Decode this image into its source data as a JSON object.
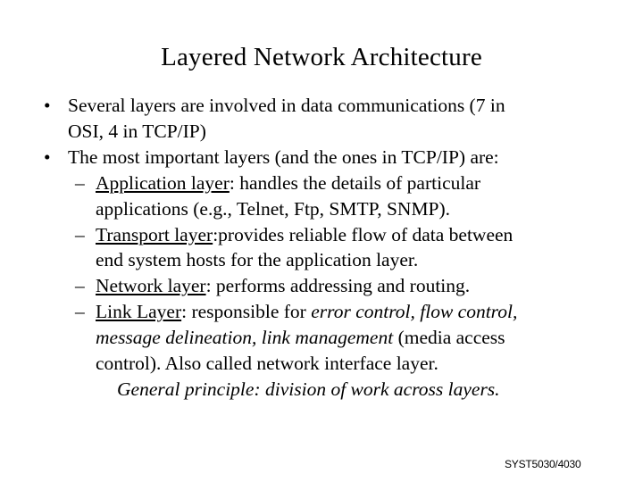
{
  "slide": {
    "title": "Layered Network Architecture",
    "footer": "SYST5030/4030",
    "bullet_marker": "•",
    "dash_marker": "–",
    "lines": {
      "b1_l1": "Several layers are involved in data communications (7 in",
      "b1_l2": "OSI, 4 in TCP/IP)",
      "b2_l1": "The most important layers (and the ones in TCP/IP) are:",
      "s1_term": "Application layer",
      "s1_rest": ": handles the details of particular",
      "s1_l2": "applications (e.g., Telnet, Ftp, SMTP, SNMP).",
      "s2_term": "Transport layer",
      "s2_rest": ":provides reliable flow of data between",
      "s2_l2": "end system hosts for the application layer.",
      "s3_term": "Network layer",
      "s3_rest": ": performs addressing and routing.",
      "s4_term": "Link Layer",
      "s4_rest_plain": ": responsible for  ",
      "s4_rest_italic": "error control, flow control,",
      "s4_l2_italic": "message delineation, link management",
      "s4_l2_plain": " (media access",
      "s4_l3": "control).  Also called network interface layer.",
      "closing": "General principle: division of work across layers."
    }
  },
  "colors": {
    "background": "#ffffff",
    "text": "#000000"
  }
}
